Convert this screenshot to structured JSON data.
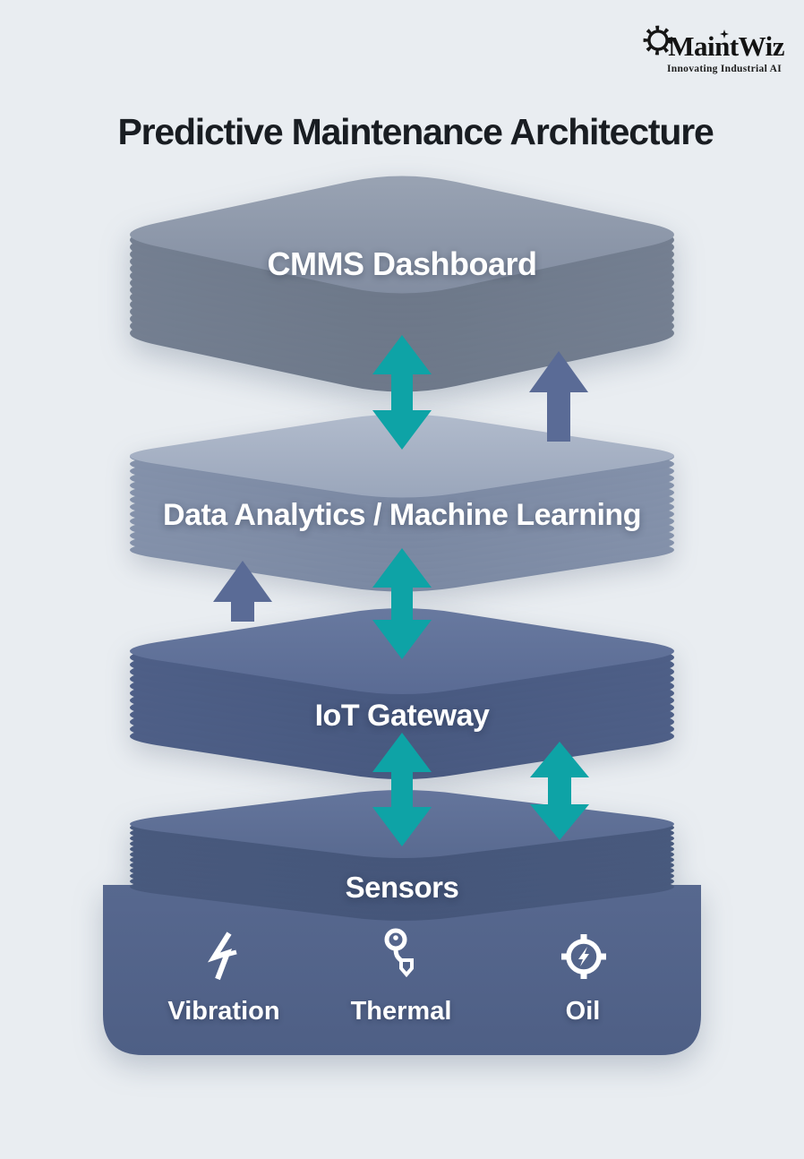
{
  "logo": {
    "brand": "MaintWiz",
    "tagline": "Innovating Industrial AI"
  },
  "title": "Predictive Maintenance Architecture",
  "layers": [
    {
      "id": "cmms",
      "label": "CMMS Dashboard"
    },
    {
      "id": "analytics",
      "label": "Data Analytics / Machine Learning"
    },
    {
      "id": "iot",
      "label": "IoT Gateway"
    },
    {
      "id": "sensors",
      "label": "Sensors",
      "sensors": [
        {
          "label": "Vibration",
          "icon": "vibration-icon"
        },
        {
          "label": "Thermal",
          "icon": "thermal-icon"
        },
        {
          "label": "Oil",
          "icon": "oil-icon"
        }
      ]
    }
  ],
  "arrows": [
    {
      "between": "cmms-analytics",
      "type": "double",
      "color_name": "teal"
    },
    {
      "between": "cmms-analytics",
      "type": "up",
      "color_name": "blue"
    },
    {
      "between": "analytics-iot",
      "type": "up",
      "color_name": "blue"
    },
    {
      "between": "analytics-iot",
      "type": "double",
      "color_name": "teal"
    },
    {
      "between": "iot-sensors",
      "type": "double",
      "color_name": "teal"
    },
    {
      "between": "iot-sensors",
      "type": "double",
      "color_name": "teal"
    }
  ],
  "colors": {
    "background": "#e9edf1",
    "title_text": "#191d22",
    "brand_text": "#131313",
    "layer_label_text": "#ffffff",
    "teal_arrow": "#0ea3a6",
    "blue_arrow": "#5a6b96",
    "cmms_top_1": "#99a3b3",
    "cmms_top_2": "#828da1",
    "cmms_side_1": "#7b8699",
    "cmms_side_2": "#6d7889",
    "analytics_top_1": "#b1bbcc",
    "analytics_top_2": "#9aa6bb",
    "analytics_side_1": "#8d9ab2",
    "analytics_side_2": "#7a88a2",
    "iot_top_1": "#68799f",
    "iot_top_2": "#5a6b94",
    "iot_side_1": "#54658e",
    "iot_side_2": "#485980",
    "sensors_top_1": "#64759c",
    "sensors_top_2": "#596a90",
    "sensors_band_1": "#4c5d81",
    "sensors_band_2": "#45567a",
    "sensors_front_1": "#57688f",
    "sensors_front_2": "#4e5f85"
  }
}
